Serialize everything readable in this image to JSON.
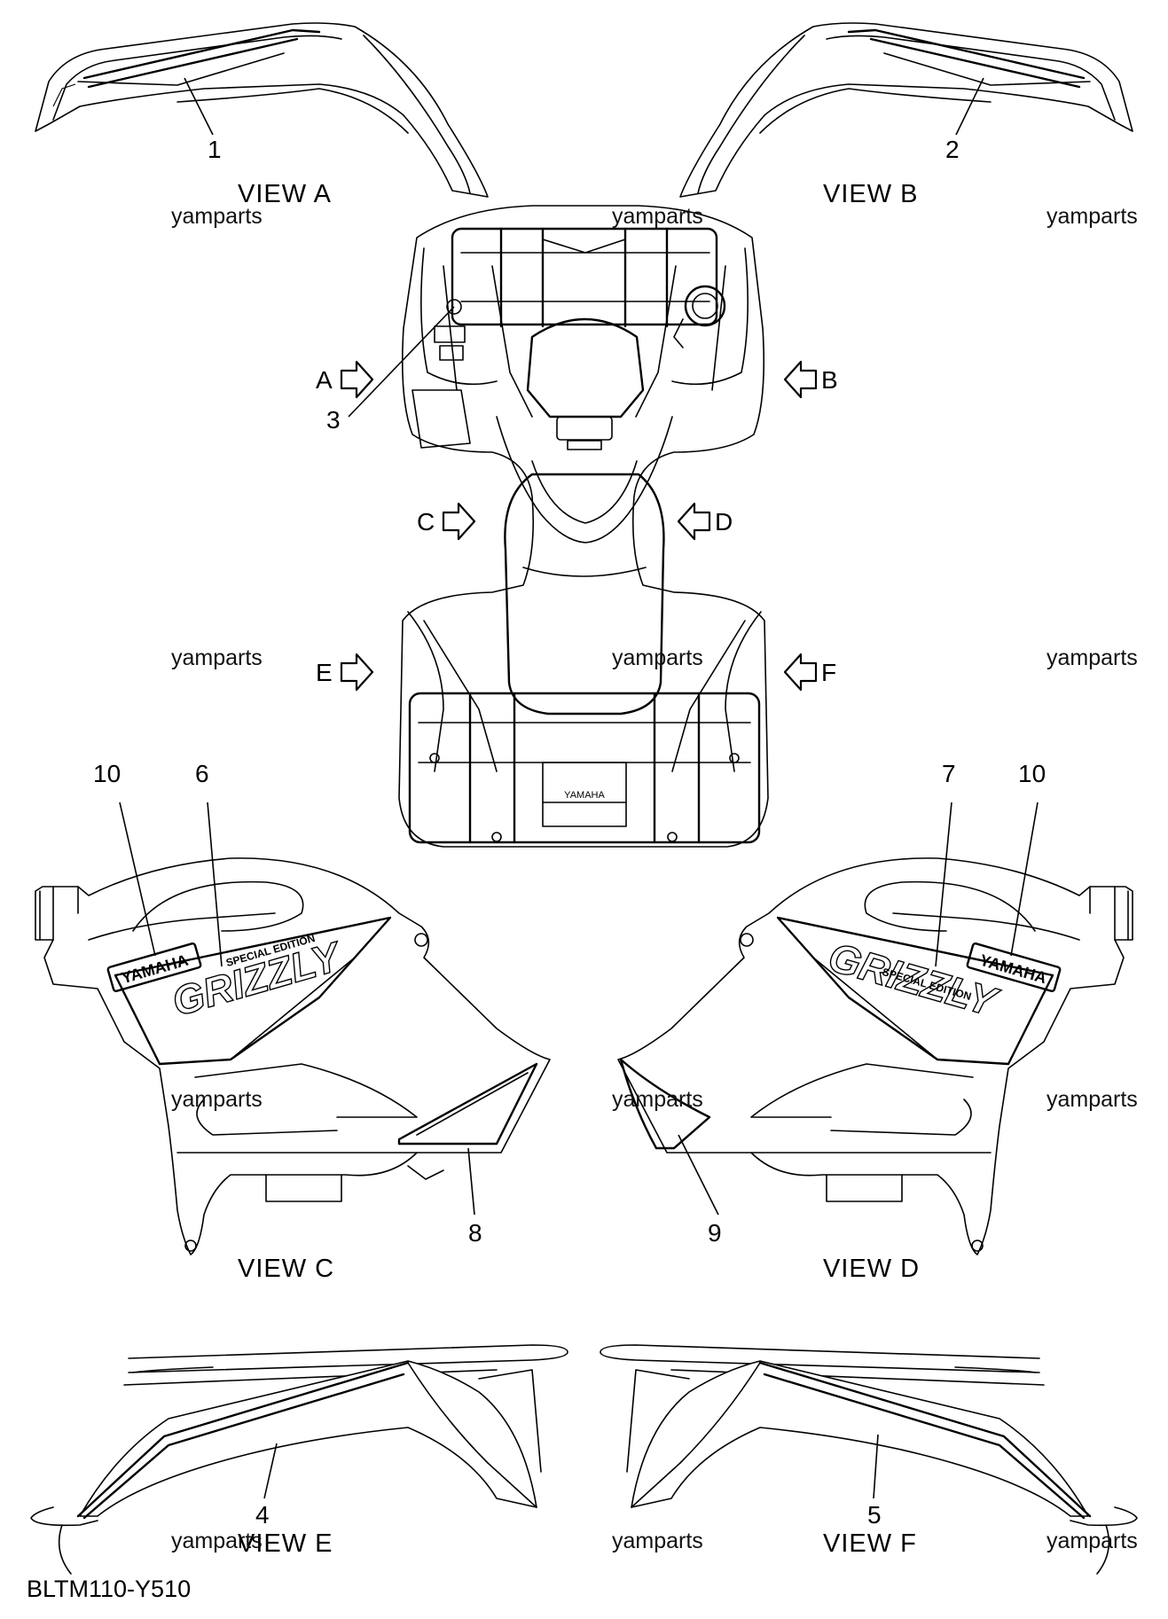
{
  "document_code": "BLTM110-Y510",
  "watermark": "yamparts",
  "views": {
    "a": "VIEW A",
    "b": "VIEW B",
    "c": "VIEW C",
    "d": "VIEW D",
    "e": "VIEW E",
    "f": "VIEW F"
  },
  "arrows": {
    "a": "A",
    "b": "B",
    "c": "C",
    "d": "D",
    "e": "E",
    "f": "F"
  },
  "callouts": {
    "p1": "1",
    "p2": "2",
    "p3": "3",
    "p4": "4",
    "p5": "5",
    "p6": "6",
    "p7": "7",
    "p8": "8",
    "p9": "9",
    "p10_left": "10",
    "p10_right": "10"
  },
  "decals": {
    "brand": "YAMAHA",
    "model": "GRIZZLY",
    "edition": "SPECIAL EDITION",
    "rack_badge": "YAMAHA"
  }
}
